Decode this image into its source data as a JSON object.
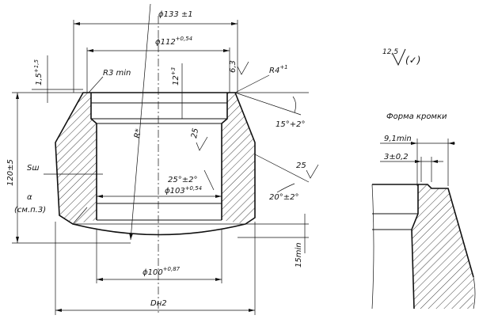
{
  "dimensions": {
    "d_outer_top": "ϕ133 ±1",
    "d_inner_top_base": "ϕ112",
    "d_inner_top_tol": "+0,54",
    "d_bore_base": "ϕ103",
    "d_bore_tol": "+0,54",
    "d_bottom_base": "ϕ100",
    "d_bottom_tol": "+0,87",
    "d_outer_bottom": "Dн2",
    "height": "120±5",
    "top_offset_base": "1,5",
    "top_offset_tol": "+1,5",
    "step_base": "12",
    "step_tol": "+3",
    "radius_min": "R3 min",
    "radius_edge_base": "R4",
    "radius_edge_tol": "+1",
    "radius_sphere": "R*",
    "angle_top": "15°+2°",
    "angle_inner": "25°±2°",
    "angle_outer": "20°±2°",
    "wall_thickness": "Sш",
    "alpha": "α",
    "alpha_note": "(см.п.3)",
    "min_15": "15min",
    "roughness_63": "6,3",
    "roughness_25a": "25",
    "roughness_25b": "25"
  },
  "roughness_general": {
    "value": "12,5",
    "suffix": "(✓)"
  },
  "edge_detail": {
    "title": "Форма кромки",
    "dim_min": "9,1min",
    "dim_tol": "3±0,2"
  }
}
